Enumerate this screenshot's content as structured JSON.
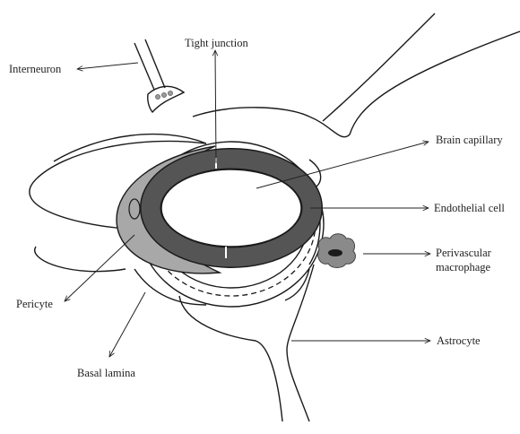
{
  "labels": {
    "tight_junction": "Tight junction",
    "interneuron": "Interneuron",
    "brain_capillary": "Brain capillary",
    "endothelial_cell": "Endothelial cell",
    "perivascular_line1": "Perivascular",
    "perivascular_line2": "macrophage",
    "pericyte": "Pericyte",
    "basal_lamina": "Basal lamina",
    "astrocyte": "Astrocyte"
  },
  "colors": {
    "line": "#1a1a1a",
    "endothelium": "#555555",
    "pericyte": "#a8a8a8",
    "macrophage": "#8a8a8a"
  }
}
